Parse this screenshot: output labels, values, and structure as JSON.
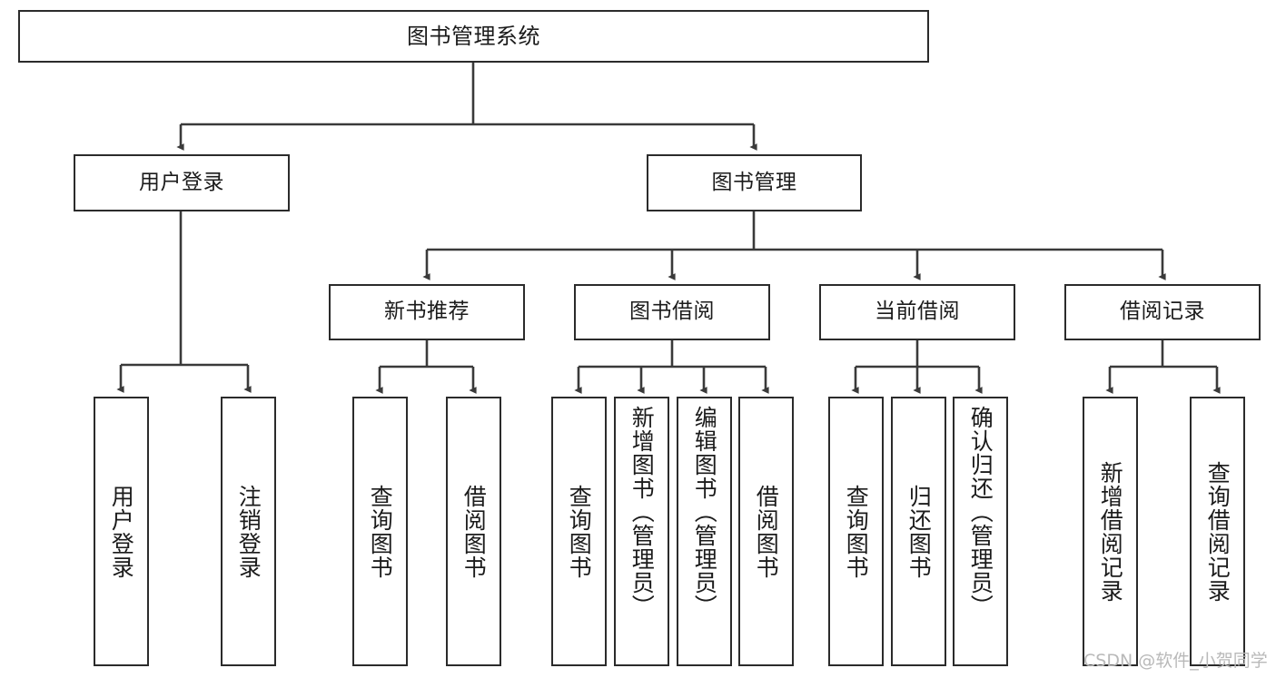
{
  "diagram": {
    "title": "图书管理系统",
    "type": "tree-hierarchy-chart",
    "colors": {
      "box_border": "#2b2b2b",
      "box_fill": "#ffffff",
      "edge": "#3a3a3a",
      "text": "#1b1b1b",
      "watermark": "#b9b9b9",
      "background": "#ffffff"
    },
    "root": {
      "id": "root",
      "label": "图书管理系统"
    },
    "level2": [
      {
        "id": "user-login",
        "label": "用户登录"
      },
      {
        "id": "book-management",
        "label": "图书管理"
      }
    ],
    "level3": [
      {
        "id": "new-book-recommend",
        "label": "新书推荐"
      },
      {
        "id": "book-borrow",
        "label": "图书借阅"
      },
      {
        "id": "current-borrow",
        "label": "当前借阅"
      },
      {
        "id": "borrow-record",
        "label": "借阅记录"
      }
    ],
    "leaves": {
      "user_login": [
        {
          "id": "leaf-user-login",
          "label": "用户登录"
        },
        {
          "id": "leaf-logout-login",
          "label": "注销登录"
        }
      ],
      "new_book_recommend": [
        {
          "id": "leaf-query-book-1",
          "label": "查询图书"
        },
        {
          "id": "leaf-borrow-book-1",
          "label": "借阅图书"
        }
      ],
      "book_borrow": [
        {
          "id": "leaf-query-book-2",
          "label": "查询图书"
        },
        {
          "id": "leaf-add-book",
          "label": "新增图书（管理员）"
        },
        {
          "id": "leaf-edit-book",
          "label": "编辑图书（管理员）"
        },
        {
          "id": "leaf-borrow-book-2",
          "label": "借阅图书"
        }
      ],
      "current_borrow": [
        {
          "id": "leaf-query-book-3",
          "label": "查询图书"
        },
        {
          "id": "leaf-return-book",
          "label": "归还图书"
        },
        {
          "id": "leaf-confirm-return",
          "label": "确认归还（管理员）"
        }
      ],
      "borrow_record": [
        {
          "id": "leaf-add-record",
          "label": "新增借阅记录"
        },
        {
          "id": "leaf-query-record",
          "label": "查询借阅记录"
        }
      ]
    }
  },
  "watermark": {
    "text": "CSDN @软件_小贺同学"
  }
}
